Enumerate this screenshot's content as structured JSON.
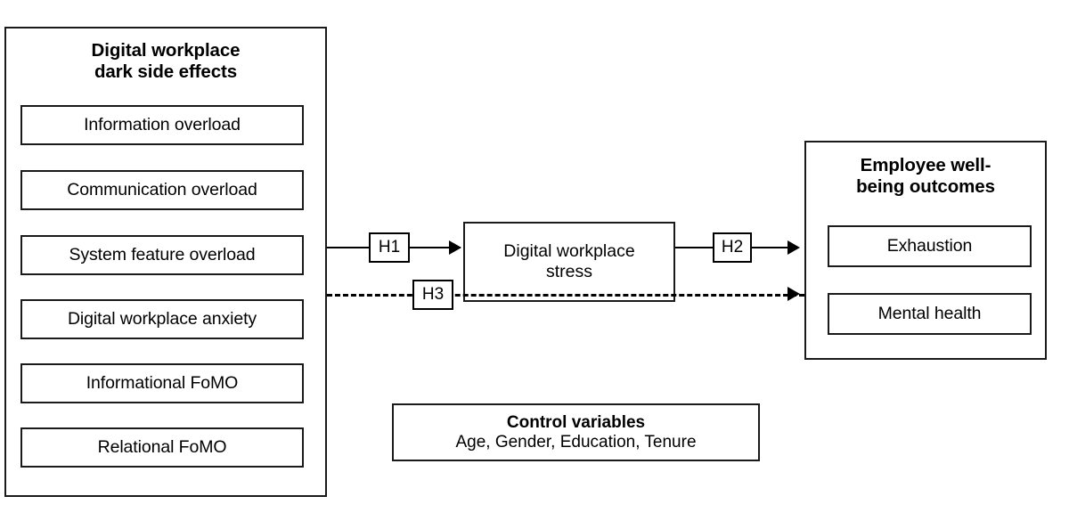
{
  "diagram": {
    "title": "Digital workplace dark side effects research model",
    "background_color": "#ffffff",
    "line_color": "#000000",
    "box_border_color": "#1a1a1a"
  },
  "antecedents": {
    "title": "Digital workplace\ndark side effects",
    "items": [
      {
        "label": "Information overload"
      },
      {
        "label": "Communication overload"
      },
      {
        "label": "System feature overload"
      },
      {
        "label": "Digital workplace anxiety"
      },
      {
        "label": "Informational FoMO"
      },
      {
        "label": "Relational FoMO"
      }
    ]
  },
  "mediator": {
    "label": "Digital workplace\nstress"
  },
  "outcomes": {
    "title": "Employee well-\nbeing outcomes",
    "items": [
      {
        "label": "Exhaustion"
      },
      {
        "label": "Mental health"
      }
    ]
  },
  "hypotheses": [
    {
      "id": "H1",
      "label": "H1",
      "style": "solid"
    },
    {
      "id": "H2",
      "label": "H2",
      "style": "solid"
    },
    {
      "id": "H3",
      "label": "H3",
      "style": "dashed"
    }
  ],
  "controls": {
    "title": "Control variables",
    "variables": "Age, Gender, Education, Tenure"
  }
}
